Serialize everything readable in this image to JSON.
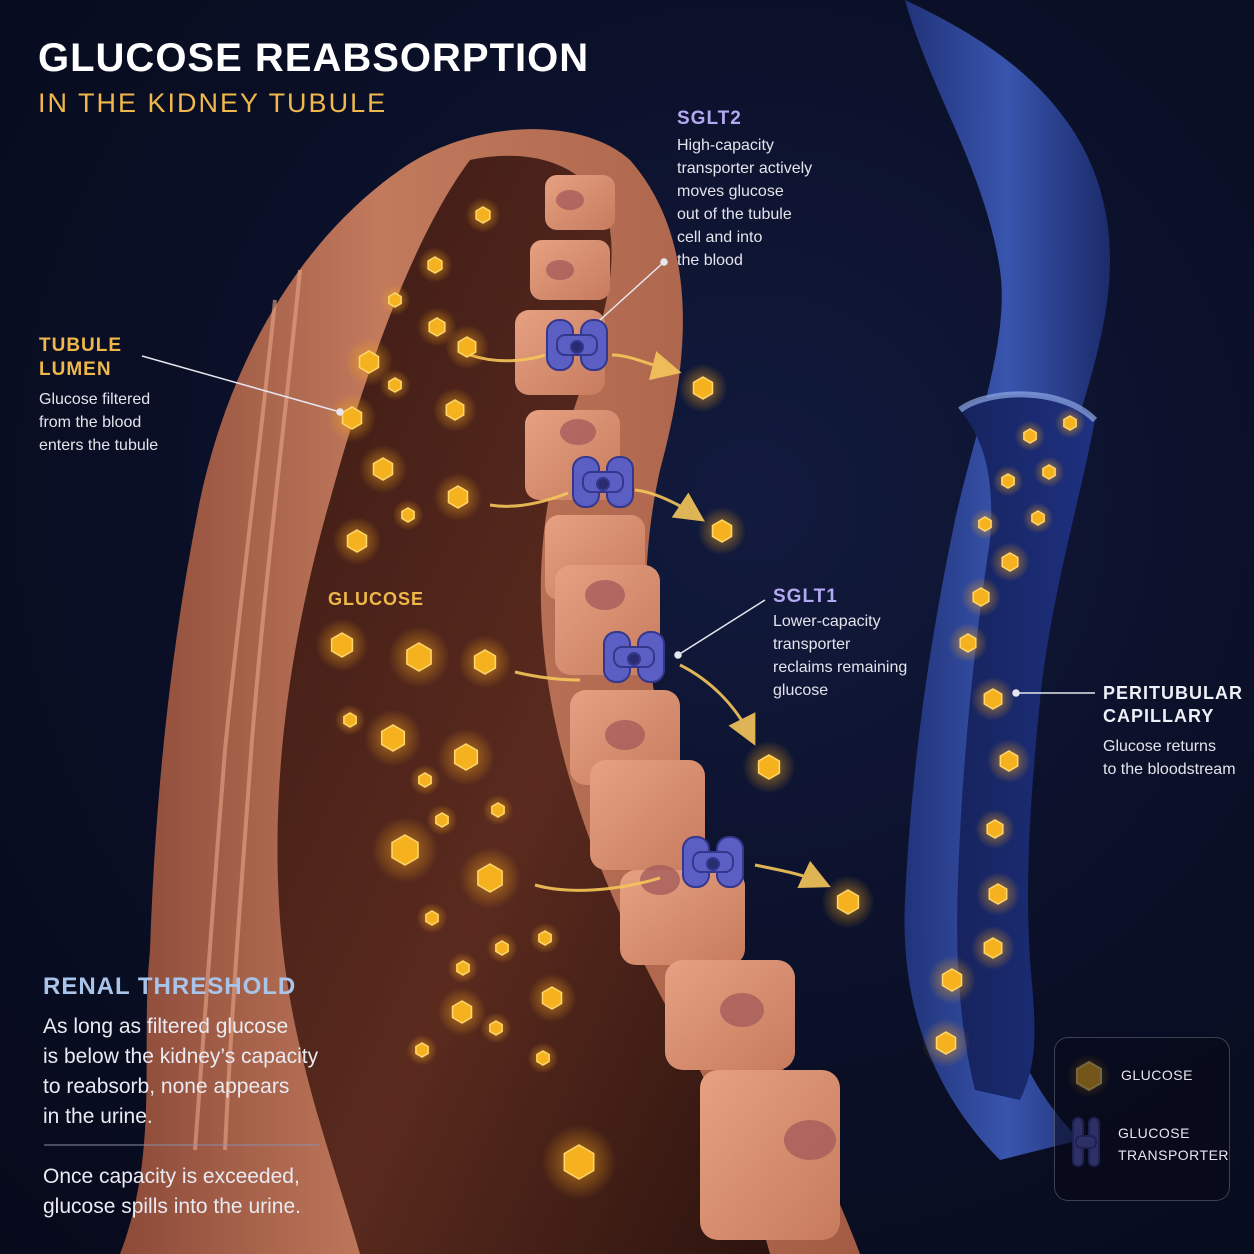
{
  "title": "GLUCOSE REABSORPTION",
  "subtitle": "IN THE KIDNEY TUBULE",
  "labels": {
    "tubule_lumen": {
      "heading_lines": [
        "TUBULE",
        "LUMEN"
      ],
      "description_lines": [
        "Glucose filtered",
        "from the blood",
        "enters the tubule"
      ]
    },
    "glucose": "GLUCOSE",
    "sglt2": {
      "heading": "SGLT2",
      "description_lines": [
        "High-capacity",
        "transporter actively",
        "moves glucose",
        "out of the tubule",
        "cell and into",
        "the blood"
      ]
    },
    "sglt1": {
      "heading": "SGLT1",
      "description_lines": [
        "Lower-capacity",
        "transporter",
        "reclaims remaining",
        "glucose"
      ]
    },
    "capillary": {
      "heading_lines": [
        "PERITUBULAR",
        "CAPILLARY"
      ],
      "description_lines": [
        "Glucose returns",
        "to the bloodstream"
      ]
    }
  },
  "renal_threshold": {
    "heading": "RENAL THRESHOLD",
    "paragraph1_lines": [
      "As long as filtered glucose",
      "is below the kidney’s capacity",
      "to reabsorb, none appears",
      "in the urine."
    ],
    "paragraph2_lines": [
      "Once capacity is exceeded,",
      "glucose spills into the urine."
    ]
  },
  "legend": {
    "glucose": "GLUCOSE",
    "transporter_lines": [
      "GLUCOSE",
      "TRANSPORTER"
    ]
  },
  "colors": {
    "background": "#0a0f26",
    "glucose": "#f5b21e",
    "transporter": "#5b5fc4",
    "tubule": "#c9785c",
    "capillary": "#3550a8",
    "accent_gold": "#f0b84a",
    "accent_purple": "#b3a8f2"
  },
  "icons": [
    "glucose-hexagon-icon",
    "glucose-transporter-icon"
  ]
}
